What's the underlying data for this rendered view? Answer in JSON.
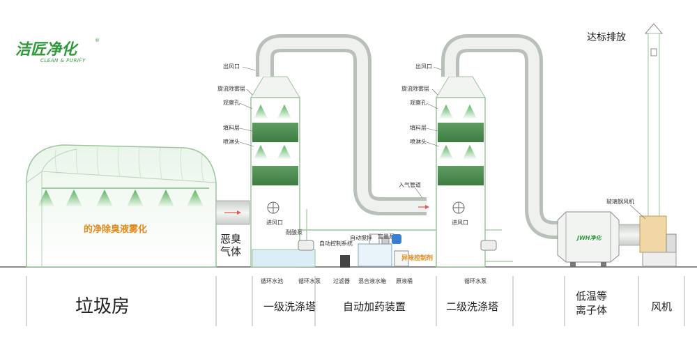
{
  "brand": {
    "logo_text": "洁匠净化",
    "registered": "®",
    "tagline": "CLEAN & PURIFY"
  },
  "title_top_right": "达标排放",
  "garbage_room": {
    "spray_label": "的净除臭液雾化",
    "gas_label_line1": "恶臭",
    "gas_label_line2": "气体"
  },
  "tower_labels": {
    "outlet": "出风口",
    "demister": "旋流除雾层",
    "viewport": "观察孔",
    "packing": "填料层",
    "nozzle": "喷淋头",
    "inlet": "进风口",
    "inlet_pipe": "入气管道"
  },
  "dosing_labels": {
    "acid_pump": "耐酸泵",
    "control_system": "自动控制系统",
    "auto_stir": "自动搅拌",
    "dosing_pump": "定量泵",
    "odor_control": "异味控制剂",
    "pool": "循环水池",
    "circ_pump": "循环水泵",
    "filter": "过滤器",
    "mix_tank": "混合液水箱",
    "raw_tank": "原液桶",
    "circ_pump_2": "循环水泵"
  },
  "fan_labels": {
    "fan_name": "玻璃钢风机",
    "unit_logo": "JWH净化"
  },
  "bottom_sections": [
    {
      "id": "garbage",
      "label": "垃圾房"
    },
    {
      "id": "tower1",
      "label": "一级洗涤塔"
    },
    {
      "id": "dosing",
      "label": "自动加药装置"
    },
    {
      "id": "tower2",
      "label": "二级洗涤塔"
    },
    {
      "id": "plasma",
      "label_line1": "低温等",
      "label_line2": "离子体"
    },
    {
      "id": "fan",
      "label": "风机"
    }
  ],
  "colors": {
    "outline": "#9bc49b",
    "packing": "#4f8f52",
    "spray": "#4fae55",
    "duct": "#d8dcd8",
    "ground": "#888888",
    "accent": "#e48a1a"
  }
}
